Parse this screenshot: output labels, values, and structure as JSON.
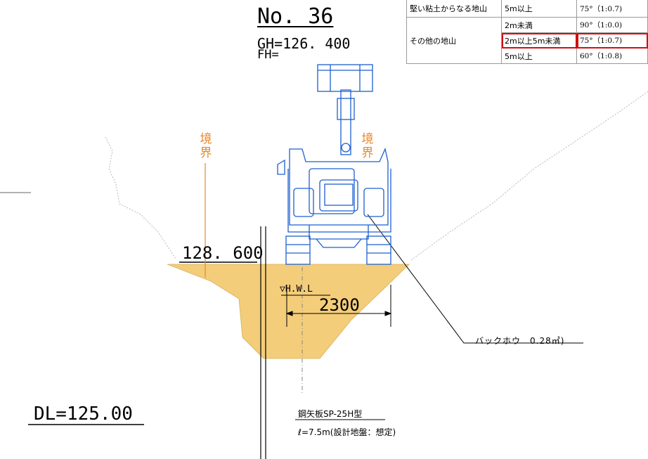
{
  "section": {
    "number": "No. 36",
    "ground_height": "GH=126. 400",
    "formation_height": "FH=",
    "top_elevation": "128. 600",
    "datum_level": "DL=125.00",
    "hwl": "▽H.W.L",
    "excavation_width": "2300"
  },
  "boundary": {
    "left": [
      "境",
      "界"
    ],
    "right": [
      "境",
      "界"
    ]
  },
  "annotations": {
    "backhoe": "バックホウ　0.28㎥)",
    "sheet_pile_type": "鋼矢板SP-25H型",
    "sheet_pile_length": "ℓ=7.5m(設計地盤：想定)"
  },
  "slope_table": {
    "highlighted_row": 2,
    "rows": [
      {
        "soil": "堅い粘土からなる地山",
        "depth": "5m以上",
        "slope": "75°（1:0.7)"
      },
      {
        "soil": "その他の地山",
        "depth": "2m未満",
        "slope": "90°（1:0.0)"
      },
      {
        "soil": "",
        "depth": "2m以上5m未満",
        "slope": "75°（1:0.7)"
      },
      {
        "soil": "",
        "depth": "5m以上",
        "slope": "60°（1:0.8)"
      }
    ]
  },
  "colors": {
    "backhoe": "#1d5fd0",
    "boundary": "#e8872b",
    "excavation_fill": "#f3cd79",
    "highlight": "#d01010"
  }
}
